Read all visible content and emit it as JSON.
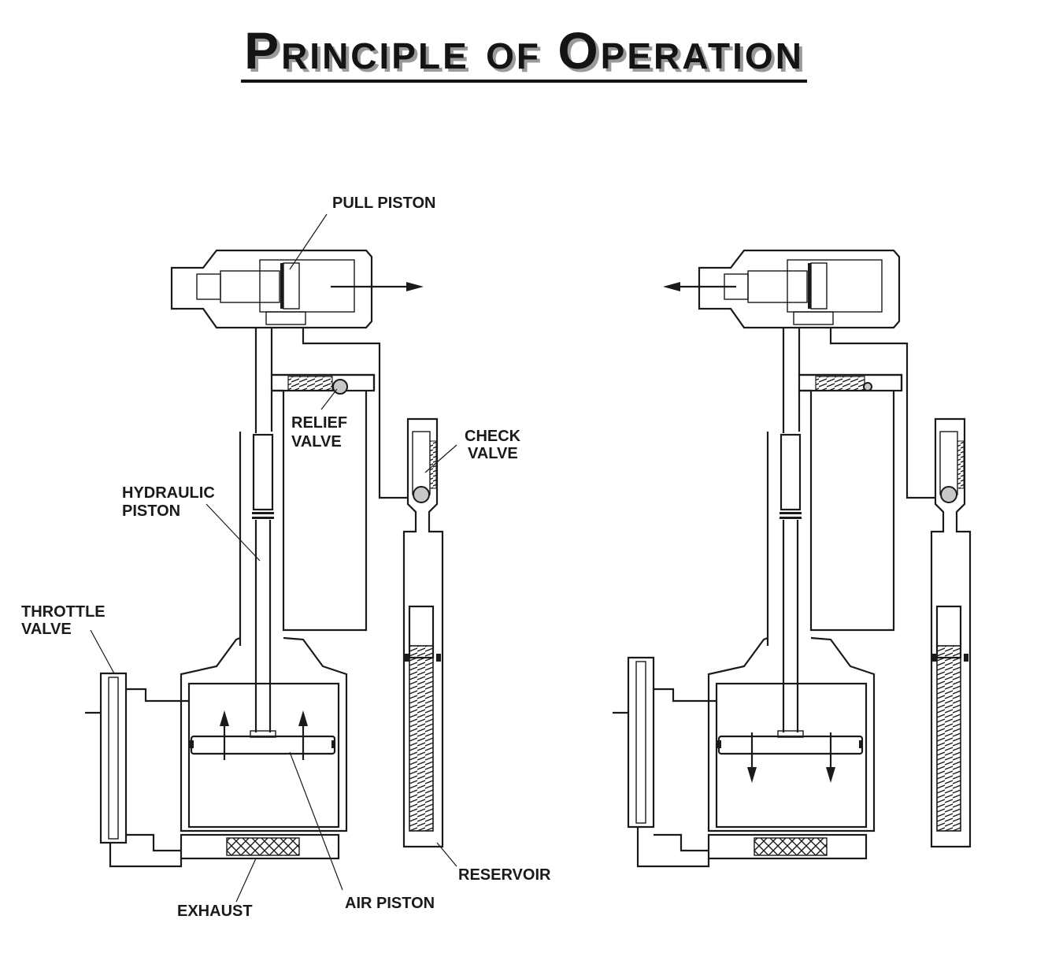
{
  "title": "Principle of Operation",
  "labels": {
    "pull_piston": "PULL PISTON",
    "relief_valve": [
      "RELIEF",
      "VALVE"
    ],
    "check_valve": [
      "CHECK",
      "VALVE"
    ],
    "hydraulic_piston": [
      "HYDRAULIC",
      "PISTON"
    ],
    "throttle_valve": [
      "THROTTLE",
      "VALVE"
    ],
    "reservoir": "RESERVOIR",
    "exhaust": "EXHAUST",
    "air_piston": "AIR PISTON"
  },
  "colors": {
    "ink": "#1a1a1a",
    "ball_fill": "#c8c8c8",
    "title_shadow": "#9a9a9a"
  }
}
